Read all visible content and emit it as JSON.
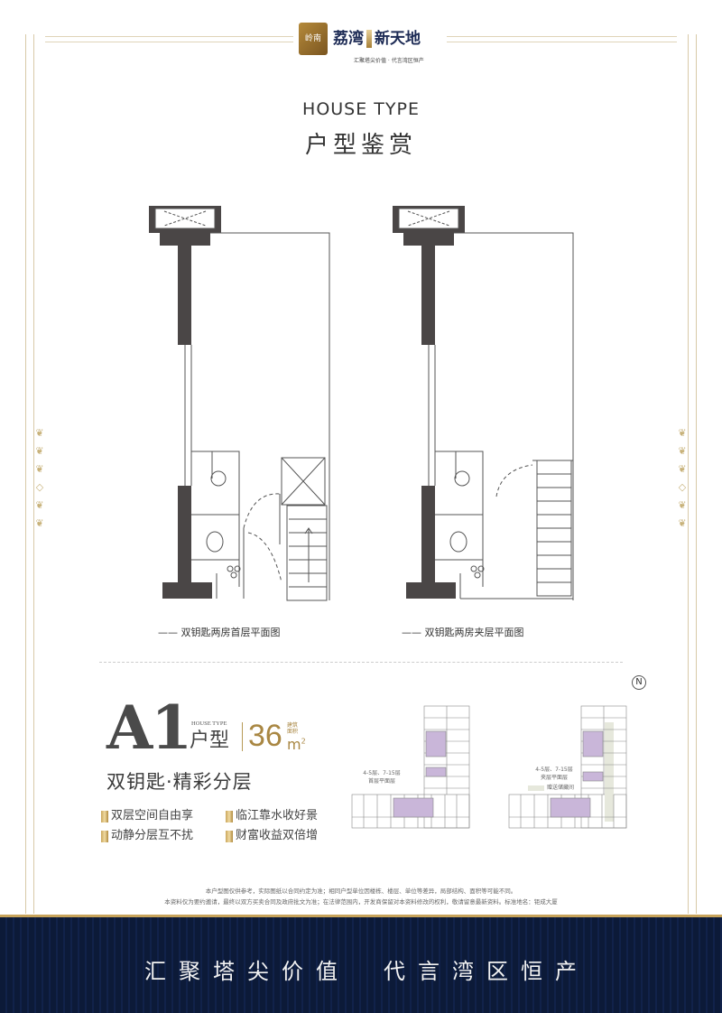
{
  "logo": {
    "badge": "岭南",
    "name_left": "荔湾",
    "name_right": "新天地",
    "slogan": "汇聚塔尖价值 · 代言湾区恒产"
  },
  "header": {
    "title_en": "HOUSE TYPE",
    "title_cn": "户型鉴赏"
  },
  "plans": [
    {
      "caption": "—— 双钥匙两房首层平面图"
    },
    {
      "caption": "—— 双钥匙两房夹层平面图"
    }
  ],
  "unit": {
    "code": "A1",
    "house_type_en": "HOUSE TYPE",
    "house_type_cn": "户型",
    "area": "36",
    "area_label_1": "建筑",
    "area_label_2": "面积",
    "area_unit": "m",
    "area_exp": "2",
    "subtitle": "双钥匙·精彩分层"
  },
  "features": [
    "双层空间自由享",
    "临江靠水收好景",
    "动静分层互不扰",
    "财富收益双倍增"
  ],
  "mini_plans": [
    {
      "floors": "4-5层、7-15层",
      "name": "首层平面层"
    },
    {
      "floors": "4-5层、7-15层",
      "name": "夹层平面层",
      "legend": "赠送储藏间"
    }
  ],
  "compass": "N",
  "disclaimer": [
    "本户型图仅供参考，实际图纸以合同约定为准；相同户型单位因楼栋、楼层、单位等差异，局部结构、面积等可能不同。",
    "本资料仅为要约邀请，最终以双方买卖合同及政府批文为准；在法律范围内，开发商保留对本资料修改的权利，敬请留意最新资料。标准地名：钜成大厦"
  ],
  "banner": {
    "left": "汇聚塔尖价值",
    "right": "代言湾区恒产"
  },
  "colors": {
    "navy": "#0c1a38",
    "gold": "#c7a35a",
    "wall": "#4a4646",
    "highlight": "#c9b6d9"
  }
}
